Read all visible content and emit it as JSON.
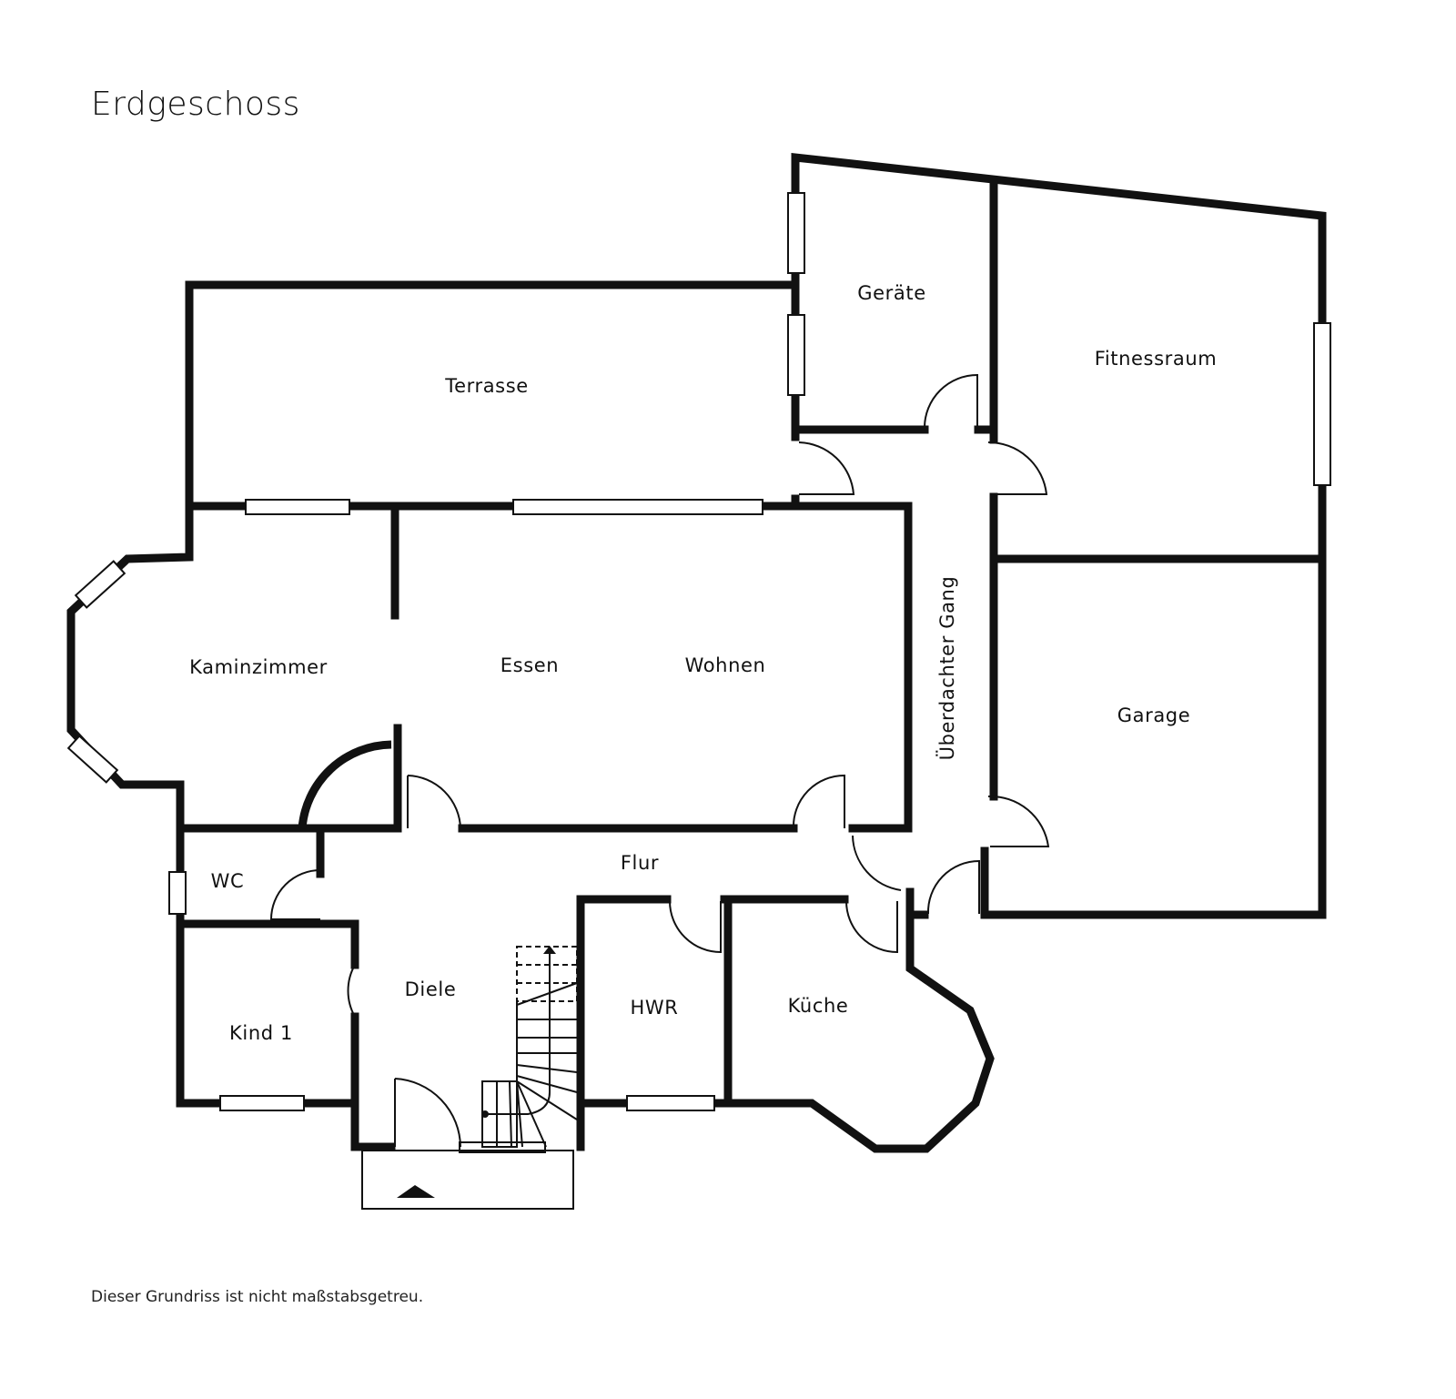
{
  "title": "Erdgeschoss",
  "disclaimer": "Dieser Grundriss ist nicht maßstabsgetreu.",
  "colors": {
    "wall": "#111111",
    "background": "#ffffff",
    "window_fill": "#ffffff"
  },
  "rooms": {
    "terrasse": "Terrasse",
    "geraete": "Geräte",
    "fitnessraum": "Fitnessraum",
    "kaminzimmer": "Kaminzimmer",
    "essen": "Essen",
    "wohnen": "Wohnen",
    "gang": "Überdachter Gang",
    "garage": "Garage",
    "wc": "WC",
    "flur": "Flur",
    "kind1": "Kind 1",
    "diele": "Diele",
    "hwr": "HWR",
    "kueche": "Küche"
  },
  "icons": {
    "entrance": "entrance-triangle-icon",
    "stairs_arrow": "stairs-up-arrow-icon"
  }
}
